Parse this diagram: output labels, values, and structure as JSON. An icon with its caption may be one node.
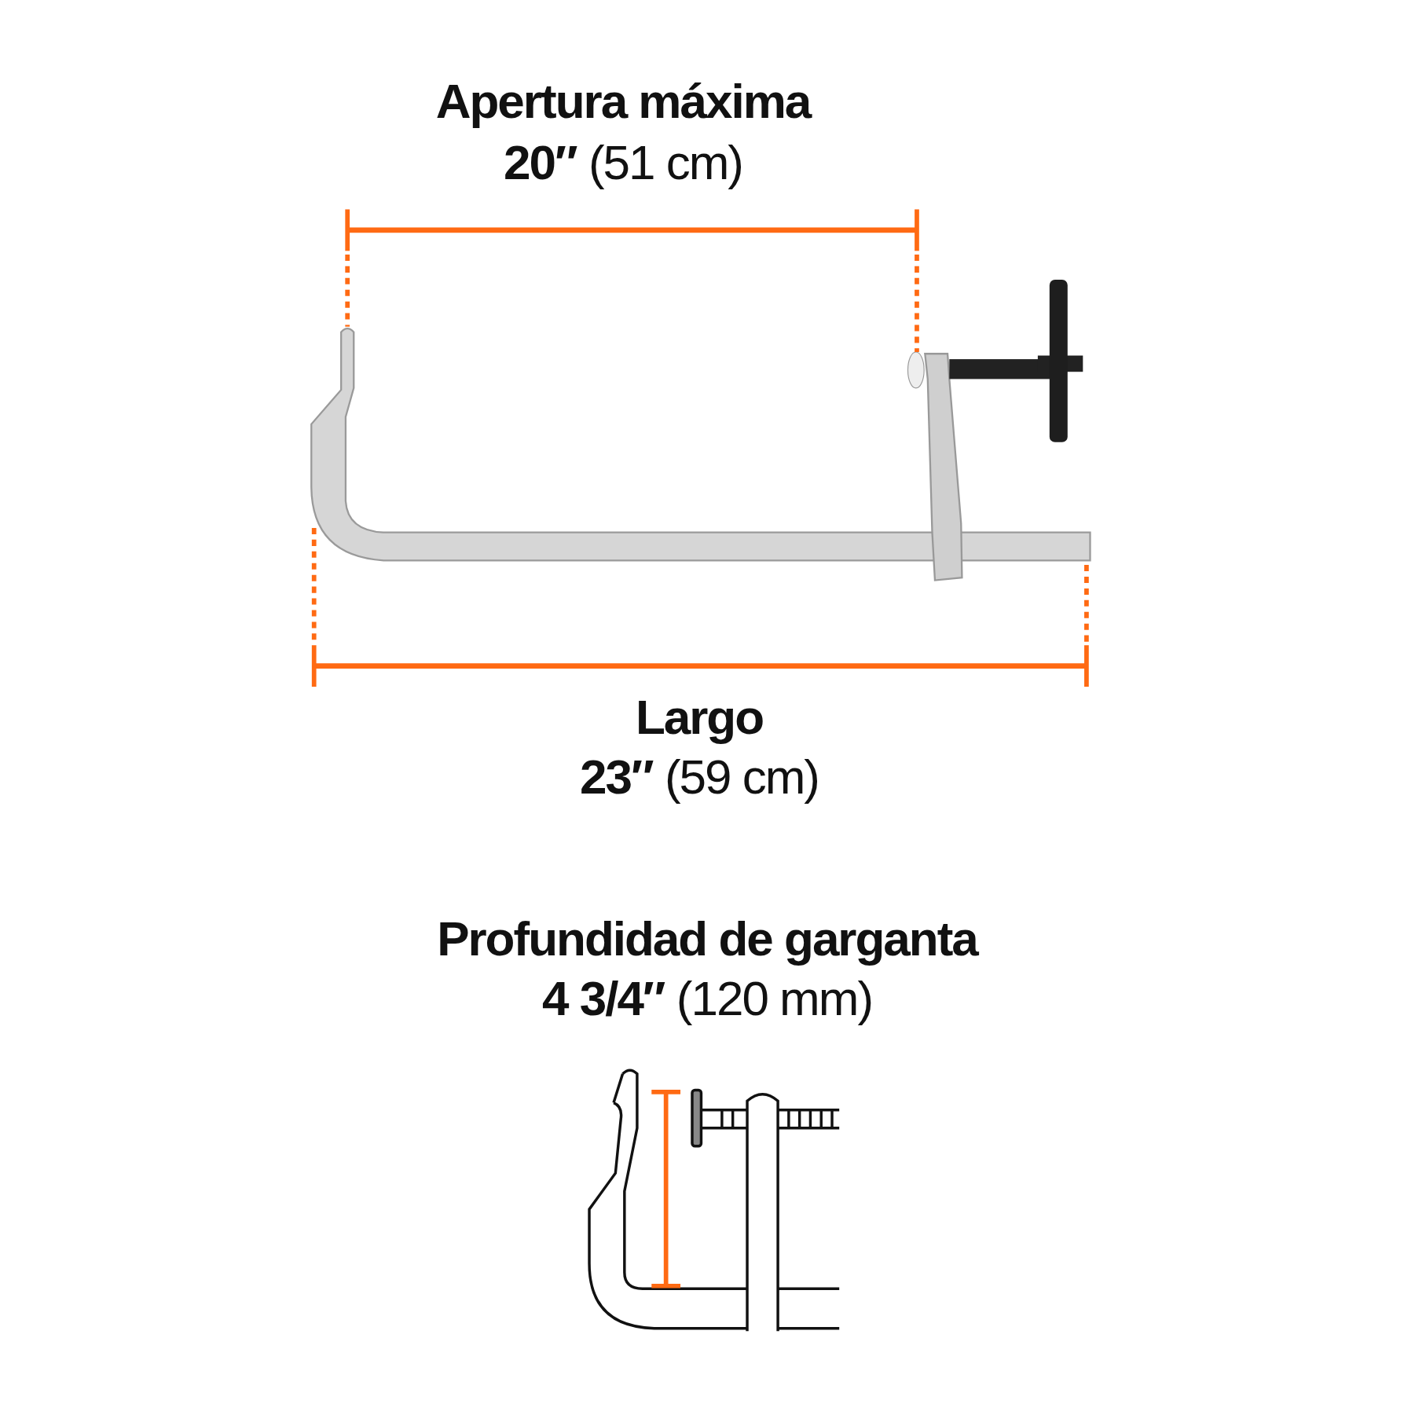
{
  "diagram": {
    "labels": [
      "Apertura máxima",
      "**20″** (51 cm)",
      "Largo",
      "**23″** (59 cm)",
      "Profundidad de garganta",
      "**4 3/4″** (120 mm)"
    ]
  }
}
